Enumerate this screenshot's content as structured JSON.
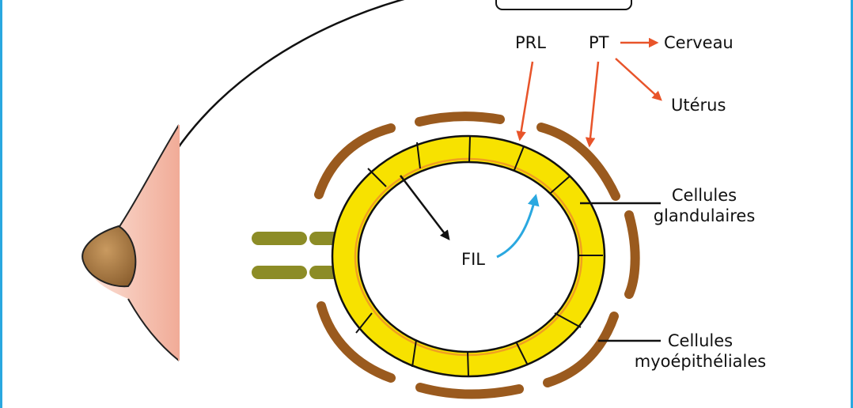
{
  "labels": {
    "prl": "PRL",
    "pt": "PT",
    "cerveau": "Cerveau",
    "uterus": "Utérus",
    "fil": "FIL",
    "glandular": {
      "line1": "Cellules",
      "line2": "glandulaires"
    },
    "myoepithelial": {
      "line1": "Cellules",
      "line2": "myoépithéliales"
    }
  },
  "colors": {
    "frame": "#2aa8e0",
    "hormone_arrow": "#e8542a",
    "secretion_arrow": "#2aa8e0",
    "glandular_fill": "#f7e200",
    "glandular_inner_line": "#f0a020",
    "myoepithelial": "#9a5a1e",
    "duct": "#8c8c26",
    "breast_skin": "#f2b9a8",
    "nipple": "#a57a45"
  }
}
